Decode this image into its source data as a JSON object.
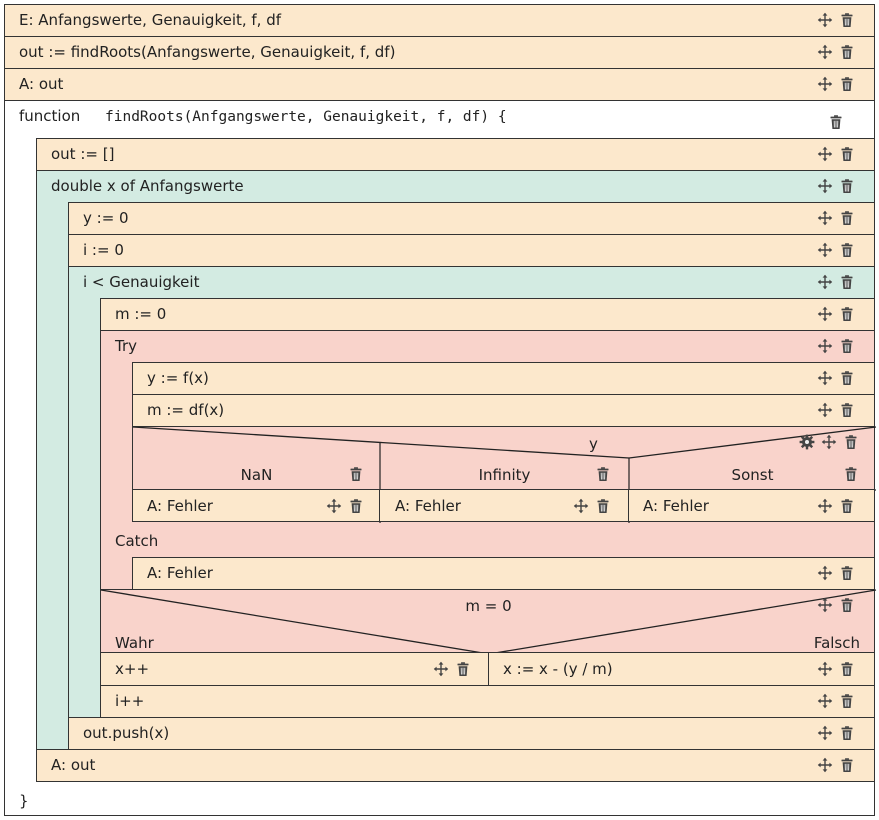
{
  "program": {
    "input": "E: Anfangswerte, Genauigkeit, f, df",
    "call": "out := findRoots(Anfangswerte, Genauigkeit, f, df)",
    "output": "A: out"
  },
  "function": {
    "keyword": "function",
    "signature": "findRoots(Anfgangswerte, Genauigkeit, f, df) {",
    "close": "}",
    "init_out": "out := []",
    "foreach": "double x of Anfangswerte",
    "init_y": "y := 0",
    "init_i": "i := 0",
    "while": "i < Genauigkeit",
    "init_m": "m := 0",
    "try": "Try",
    "y_assign": "y := f(x)",
    "m_assign": "m := df(x)",
    "switch_var": "y",
    "case_nan": "NaN",
    "case_infinity": "Infinity",
    "case_else": "Sonst",
    "err_nan": "A: Fehler",
    "err_infinity": "A: Fehler",
    "err_else": "A: Fehler",
    "catch": "Catch",
    "err_catch": "A: Fehler",
    "if_cond": "m = 0",
    "if_true": "Wahr",
    "if_false": "Falsch",
    "true_stmt": "x++",
    "false_stmt": "x := x - (y / m)",
    "inc_i": "i++",
    "push": "out.push(x)",
    "return": "A: out"
  },
  "colors": {
    "operation": "#fce8cc",
    "loop": "#d3ebe2",
    "error": "#f9d3cb",
    "border": "#333333"
  },
  "icons": {
    "move": "move-icon",
    "delete": "trash-icon",
    "settings": "gear-icon"
  }
}
